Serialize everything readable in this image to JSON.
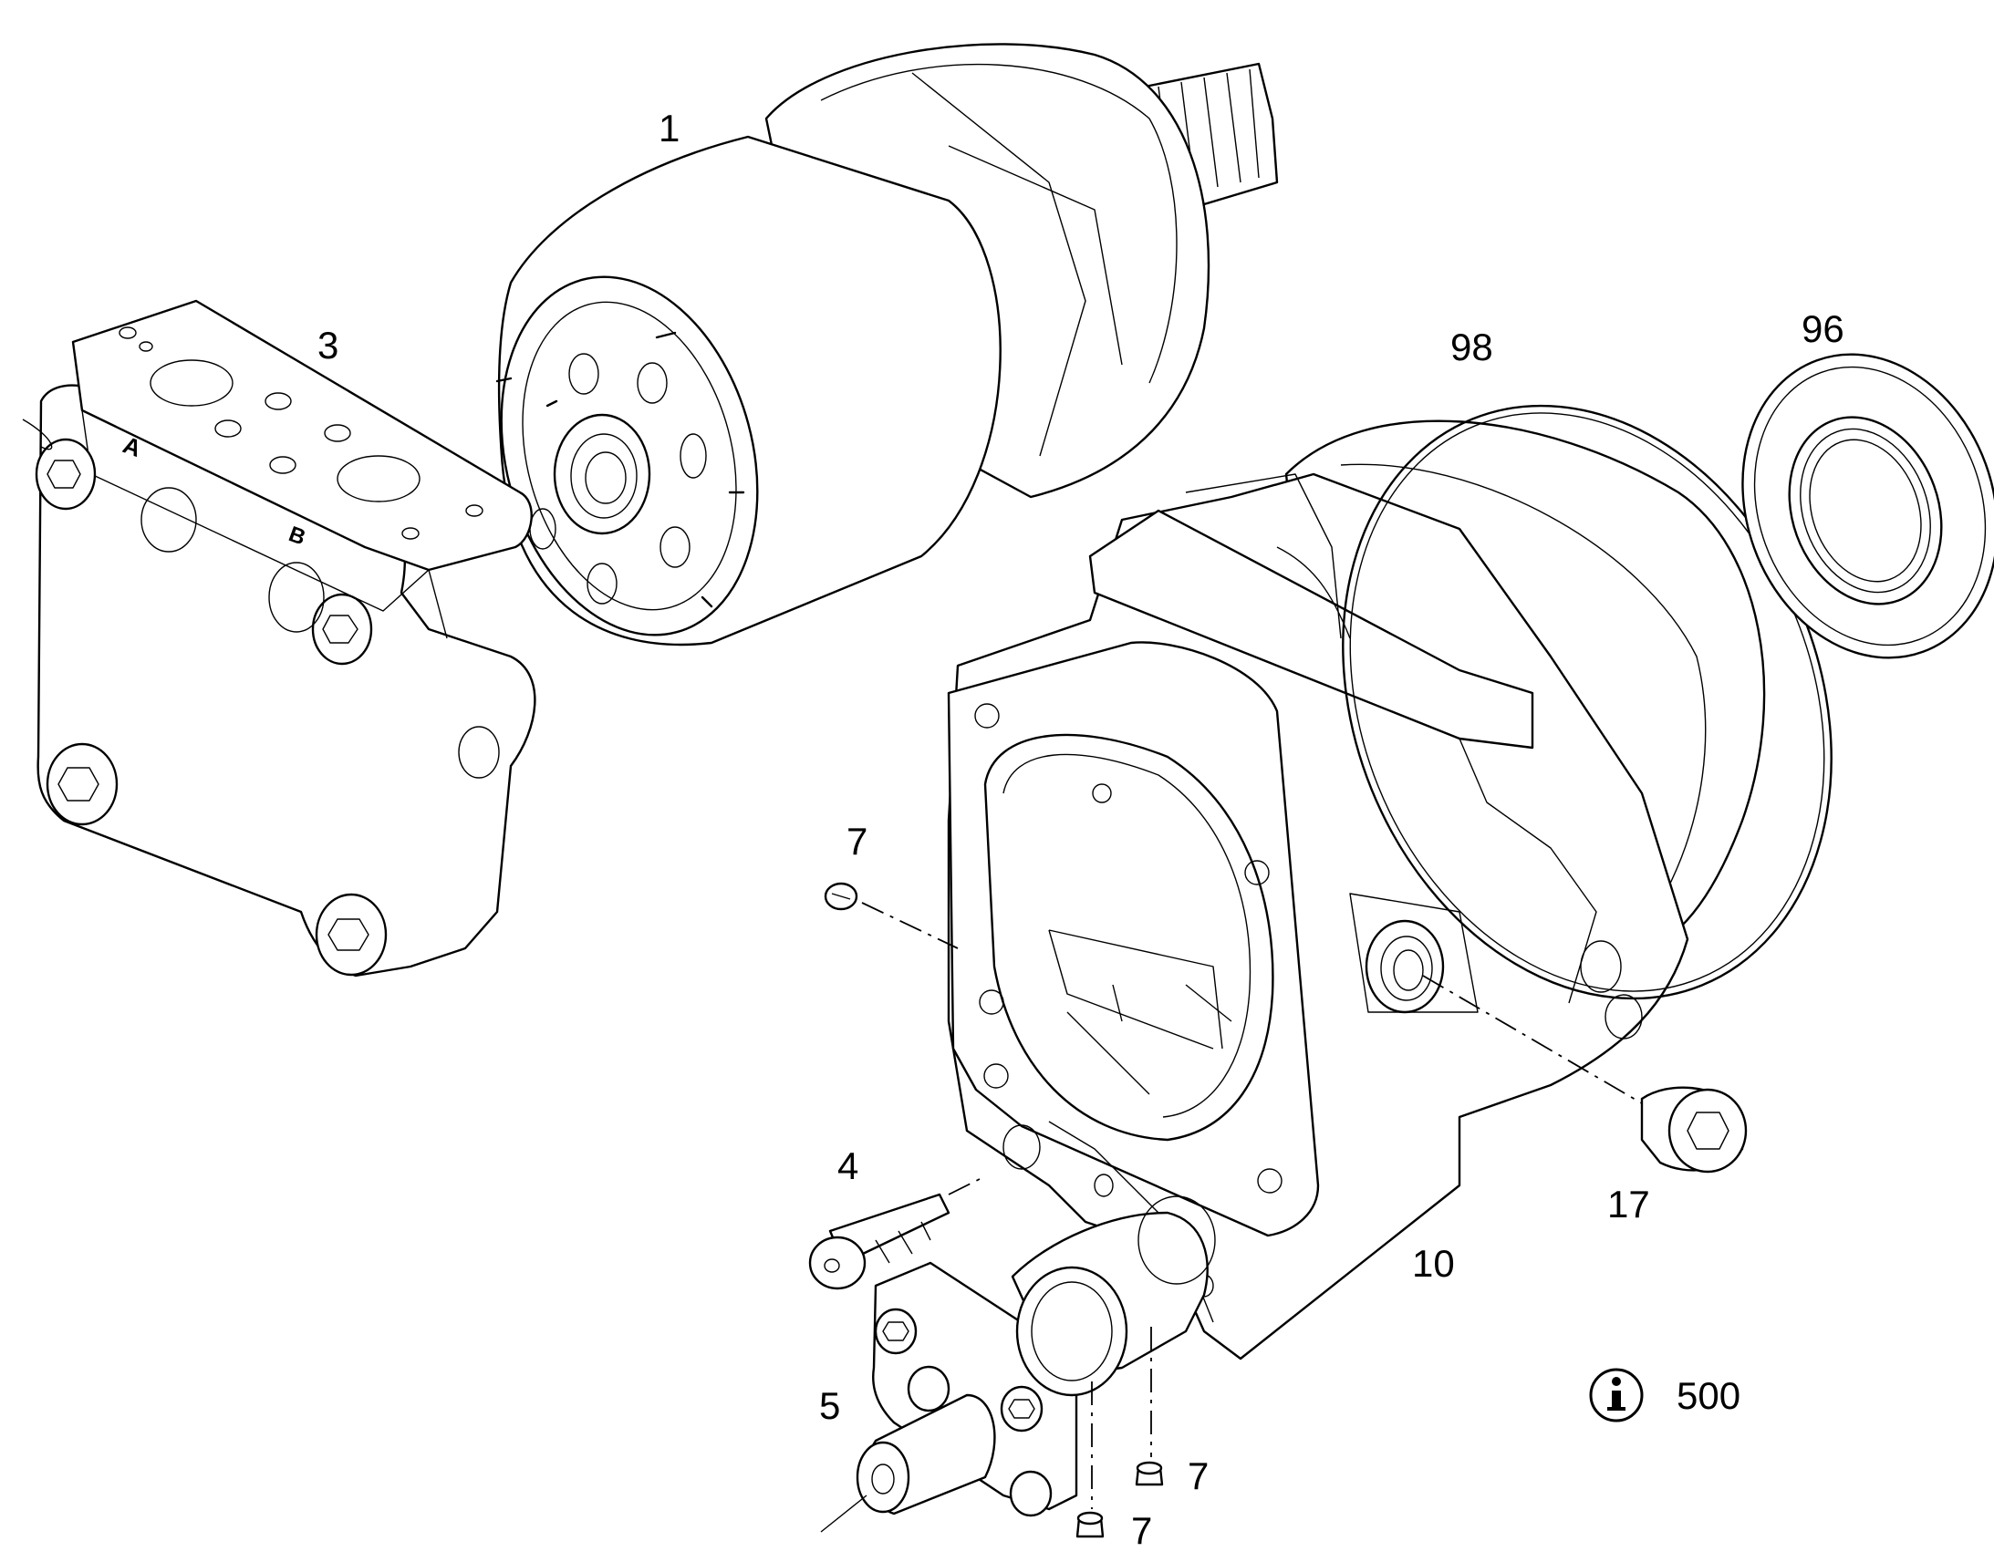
{
  "callouts": {
    "c1": "1",
    "c3": "3",
    "c98": "98",
    "c96": "96",
    "c7a": "7",
    "c4": "4",
    "c17": "17",
    "c10": "10",
    "c5": "5",
    "c7b": "7",
    "c7c": "7",
    "info_number": "500"
  },
  "icons": {
    "info": "info-icon"
  },
  "port_marks": {
    "a": "A",
    "b": "B"
  },
  "colors": {
    "line": "#000000",
    "background": "#ffffff"
  }
}
